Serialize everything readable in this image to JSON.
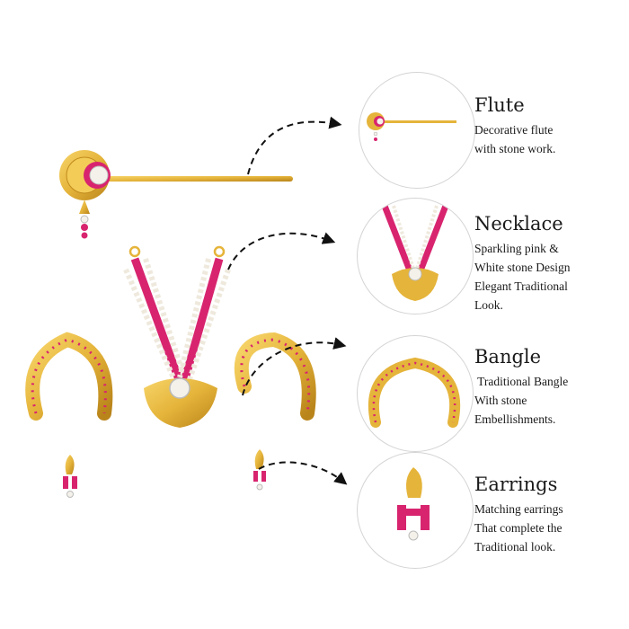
{
  "products": [
    {
      "key": "flute",
      "title": "Flute",
      "description_lines": [
        "Decorative flute",
        "with stone work."
      ]
    },
    {
      "key": "necklace",
      "title": "Necklace",
      "description_lines": [
        "Sparkling pink &",
        "White stone Design",
        "Elegant Traditional",
        "Look."
      ]
    },
    {
      "key": "bangle",
      "title": "Bangle",
      "description_lines": [
        " Traditional Bangle",
        "With stone",
        "Embellishments."
      ]
    },
    {
      "key": "earrings",
      "title": "Earrings",
      "description_lines": [
        "Matching earrings",
        "That complete the",
        "Traditional look."
      ]
    }
  ],
  "colors": {
    "gold": "#e5b43a",
    "gold_dark": "#c08a1c",
    "pink_stone": "#d8246f",
    "white_stone": "#f4f1ea",
    "arrow": "#111111"
  }
}
